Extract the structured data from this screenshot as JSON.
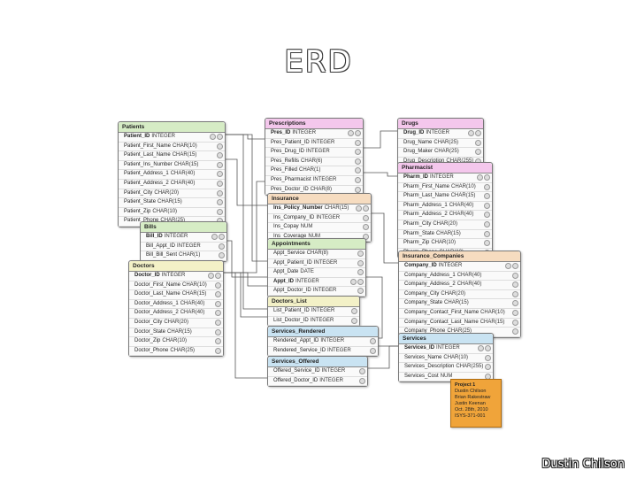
{
  "title": "ERD",
  "author": "Dustin Chilson",
  "colors": {
    "green": "#d6ecc5",
    "pink": "#f4c7ec",
    "orange": "#f6dcc0",
    "yellow": "#f3f1c7",
    "blue": "#c9e3f2",
    "note": "#f0a43a"
  },
  "tables": [
    {
      "name": "Patients",
      "color": "green",
      "fields": [
        [
          "Patient_ID",
          "INTEGER",
          true
        ],
        [
          "Patient_First_Name",
          "CHAR(10)"
        ],
        [
          "Patient_Last_Name",
          "CHAR(15)"
        ],
        [
          "Patient_Ins_Number",
          "CHAR(15)"
        ],
        [
          "Patient_Address_1",
          "CHAR(40)"
        ],
        [
          "Patient_Address_2",
          "CHAR(40)"
        ],
        [
          "Patient_City",
          "CHAR(20)"
        ],
        [
          "Patient_State",
          "CHAR(15)"
        ],
        [
          "Patient_Zip",
          "CHAR(10)"
        ],
        [
          "Patient_Phone",
          "CHAR(25)"
        ]
      ]
    },
    {
      "name": "Bills",
      "color": "green",
      "fields": [
        [
          "Bill_ID",
          "INTEGER",
          true
        ],
        [
          "Bill_Appt_ID",
          "INTEGER"
        ],
        [
          "Bill_Bill_Sent",
          "CHAR(1)"
        ]
      ]
    },
    {
      "name": "Doctors",
      "color": "yellow",
      "fields": [
        [
          "Doctor_ID",
          "INTEGER",
          true
        ],
        [
          "Doctor_First_Name",
          "CHAR(10)"
        ],
        [
          "Doctor_Last_Name",
          "CHAR(15)"
        ],
        [
          "Doctor_Address_1",
          "CHAR(40)"
        ],
        [
          "Doctor_Address_2",
          "CHAR(40)"
        ],
        [
          "Doctor_City",
          "CHAR(20)"
        ],
        [
          "Doctor_State",
          "CHAR(15)"
        ],
        [
          "Doctor_Zip",
          "CHAR(10)"
        ],
        [
          "Doctor_Phone",
          "CHAR(25)"
        ]
      ]
    },
    {
      "name": "Prescriptions",
      "color": "pink",
      "fields": [
        [
          "Pres_ID",
          "INTEGER",
          true
        ],
        [
          "Pres_Patient_ID",
          "INTEGER"
        ],
        [
          "Pres_Drug_ID",
          "INTEGER"
        ],
        [
          "Pres_Refills",
          "CHAR(6)"
        ],
        [
          "Pres_Filled",
          "CHAR(1)"
        ],
        [
          "Pres_Pharmacist",
          "INTEGER"
        ],
        [
          "Pres_Doctor_ID",
          "CHAR(8)"
        ]
      ]
    },
    {
      "name": "Insurance",
      "color": "orange",
      "fields": [
        [
          "Ins_Policy_Number",
          "CHAR(15)",
          true
        ],
        [
          "Ins_Company_ID",
          "INTEGER"
        ],
        [
          "Ins_Copay",
          "NUM"
        ],
        [
          "Ins_Coverage",
          "NUM"
        ]
      ]
    },
    {
      "name": "Appointments",
      "color": "green",
      "fields": [
        [
          "Appt_Service",
          "CHAR(8)"
        ],
        [
          "Appt_Patient_ID",
          "INTEGER"
        ],
        [
          "Appt_Date",
          "DATE"
        ],
        [
          "Appt_ID",
          "INTEGER",
          true
        ],
        [
          "Appt_Doctor_ID",
          "INTEGER"
        ]
      ]
    },
    {
      "name": "Doctors_List",
      "color": "yellow",
      "fields": [
        [
          "List_Patient_ID",
          "INTEGER"
        ],
        [
          "List_Doctor_ID",
          "INTEGER"
        ]
      ]
    },
    {
      "name": "Services_Rendered",
      "color": "blue",
      "fields": [
        [
          "Rendered_Appt_ID",
          "INTEGER"
        ],
        [
          "Rendered_Service_ID",
          "INTEGER"
        ]
      ]
    },
    {
      "name": "Services_Offered",
      "color": "blue",
      "fields": [
        [
          "Offered_Service_ID",
          "INTEGER"
        ],
        [
          "Offered_Doctor_ID",
          "INTEGER"
        ]
      ]
    },
    {
      "name": "Drugs",
      "color": "pink",
      "fields": [
        [
          "Drug_ID",
          "INTEGER",
          true
        ],
        [
          "Drug_Name",
          "CHAR(25)"
        ],
        [
          "Drug_Maker",
          "CHAR(25)"
        ],
        [
          "Drug_Description",
          "CHAR(255)"
        ]
      ]
    },
    {
      "name": "Pharmacist",
      "color": "pink",
      "fields": [
        [
          "Pharm_ID",
          "INTEGER",
          true
        ],
        [
          "Pharm_First_Name",
          "CHAR(10)"
        ],
        [
          "Pharm_Last_Name",
          "CHAR(15)"
        ],
        [
          "Pharm_Address_1",
          "CHAR(40)"
        ],
        [
          "Pharm_Address_2",
          "CHAR(40)"
        ],
        [
          "Pharm_City",
          "CHAR(20)"
        ],
        [
          "Pharm_State",
          "CHAR(15)"
        ],
        [
          "Pharm_Zip",
          "CHAR(10)"
        ],
        [
          "Pharm_Phone",
          "CHAR(10)"
        ]
      ]
    },
    {
      "name": "Insurance_Companies",
      "color": "orange",
      "fields": [
        [
          "Company_ID",
          "INTEGER",
          true
        ],
        [
          "Company_Address_1",
          "CHAR(40)"
        ],
        [
          "Company_Address_2",
          "CHAR(40)"
        ],
        [
          "Company_City",
          "CHAR(20)"
        ],
        [
          "Company_State",
          "CHAR(15)"
        ],
        [
          "Company_Contact_First_Name",
          "CHAR(10)"
        ],
        [
          "Company_Contact_Last_Name",
          "CHAR(15)"
        ],
        [
          "Company_Phone",
          "CHAR(25)"
        ]
      ]
    },
    {
      "name": "Services",
      "color": "blue",
      "fields": [
        [
          "Services_ID",
          "INTEGER",
          true
        ],
        [
          "Services_Name",
          "CHAR(10)"
        ],
        [
          "Services_Description",
          "CHAR(255)"
        ],
        [
          "Services_Cost",
          "NUM"
        ]
      ]
    }
  ],
  "note": {
    "title": "Project 1",
    "lines": [
      "Dustin Chilson",
      "Brian Rakestraw",
      "Justin Keenan",
      "Oct. 28th, 2010",
      "ISYS-371-001"
    ]
  }
}
